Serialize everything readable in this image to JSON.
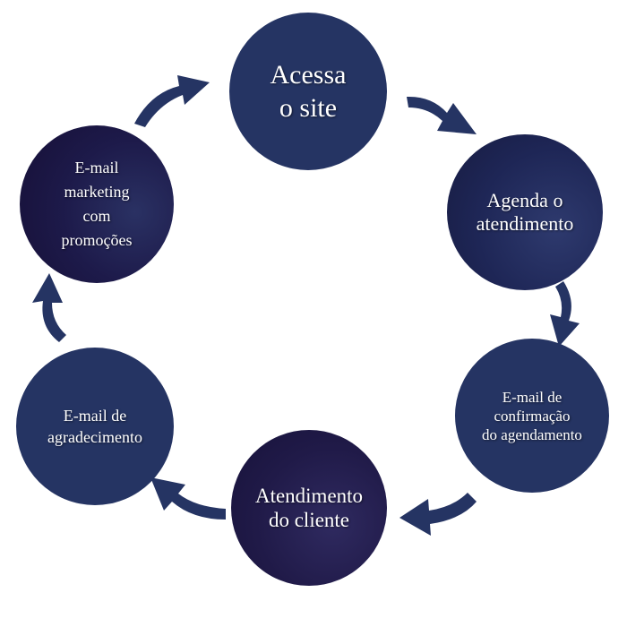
{
  "colors": {
    "arrow": "#253463",
    "node_blue": "#253463",
    "node_dark": "#1b1642",
    "text": "#ffffff"
  },
  "nodes": [
    {
      "id": "acessa",
      "label": "Acessa\no site"
    },
    {
      "id": "agenda",
      "label": "Agenda o\natendimento"
    },
    {
      "id": "confirmacao",
      "label": "E-mail de\nconfirmação\ndo agendamento"
    },
    {
      "id": "atendimento",
      "label": "Atendimento\ndo cliente"
    },
    {
      "id": "agradecimento",
      "label": "E-mail de\nagradecimento"
    },
    {
      "id": "marketing",
      "label": "E-mail\nmarketing\ncom\npromoções"
    }
  ],
  "edges": [
    {
      "from": "acessa",
      "to": "agenda"
    },
    {
      "from": "agenda",
      "to": "confirmacao"
    },
    {
      "from": "confirmacao",
      "to": "atendimento"
    },
    {
      "from": "atendimento",
      "to": "agradecimento"
    },
    {
      "from": "agradecimento",
      "to": "marketing"
    },
    {
      "from": "marketing",
      "to": "acessa"
    }
  ]
}
